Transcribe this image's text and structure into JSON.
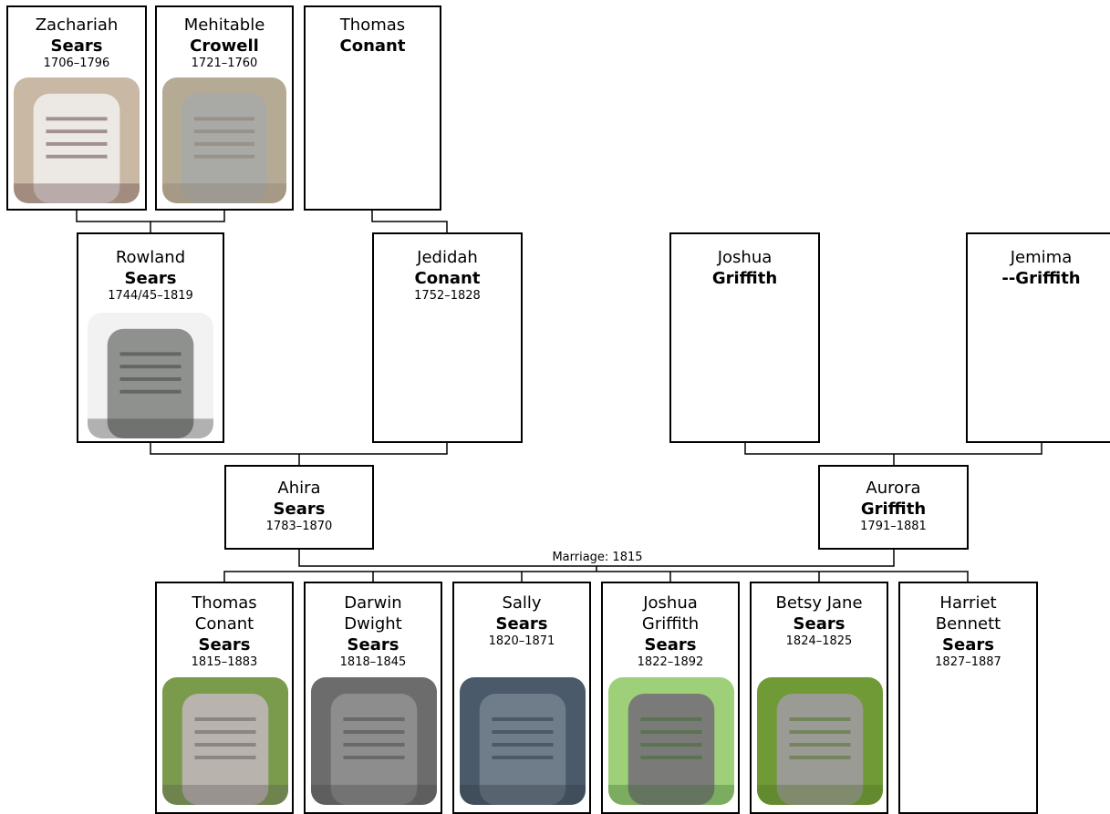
{
  "people": [
    {
      "first": "Zachariah",
      "last": "Sears",
      "dates": "1706–1796",
      "photo": "gravestone-photo"
    },
    {
      "first": "Mehitable",
      "last": "Crowell",
      "dates": "1721–1760",
      "photo": "gravestone-photo"
    },
    {
      "first": "Thomas",
      "last": "Conant",
      "dates": ""
    },
    {
      "first": "Rowland",
      "last": "Sears",
      "dates": "1744/45–1819",
      "photo": "gravestone-photo"
    },
    {
      "first": "Jedidah",
      "last": "Conant",
      "dates": "1752–1828"
    },
    {
      "first": "Joshua",
      "last": "Griffith",
      "dates": ""
    },
    {
      "first": "Jemima",
      "last": "--Griffith",
      "dates": ""
    },
    {
      "first": "Ahira",
      "last": "Sears",
      "dates": "1783–1870"
    },
    {
      "first": "Aurora",
      "last": "Griffith",
      "dates": "1791–1881"
    },
    {
      "first": "Thomas\nConant",
      "last": "Sears",
      "dates": "1815–1883",
      "photo": "gravestone-photo"
    },
    {
      "first": "Darwin\nDwight",
      "last": "Sears",
      "dates": "1818–1845",
      "photo": "gravestone-photo"
    },
    {
      "first": "Sally",
      "last": "Sears",
      "dates": "1820–1871",
      "photo": "gravestone-photo"
    },
    {
      "first": "Joshua\nGriffith",
      "last": "Sears",
      "dates": "1822–1892",
      "photo": "gravestone-photo"
    },
    {
      "first": "Betsy Jane",
      "last": "Sears",
      "dates": "1824–1825",
      "photo": "gravestone-photo"
    },
    {
      "first": "Harriet\nBennett",
      "last": "Sears",
      "dates": "1827–1887"
    }
  ],
  "marriage": "Marriage: 1815",
  "colors": {
    "border": "#000000",
    "background": "#ffffff",
    "line": "#000000"
  }
}
